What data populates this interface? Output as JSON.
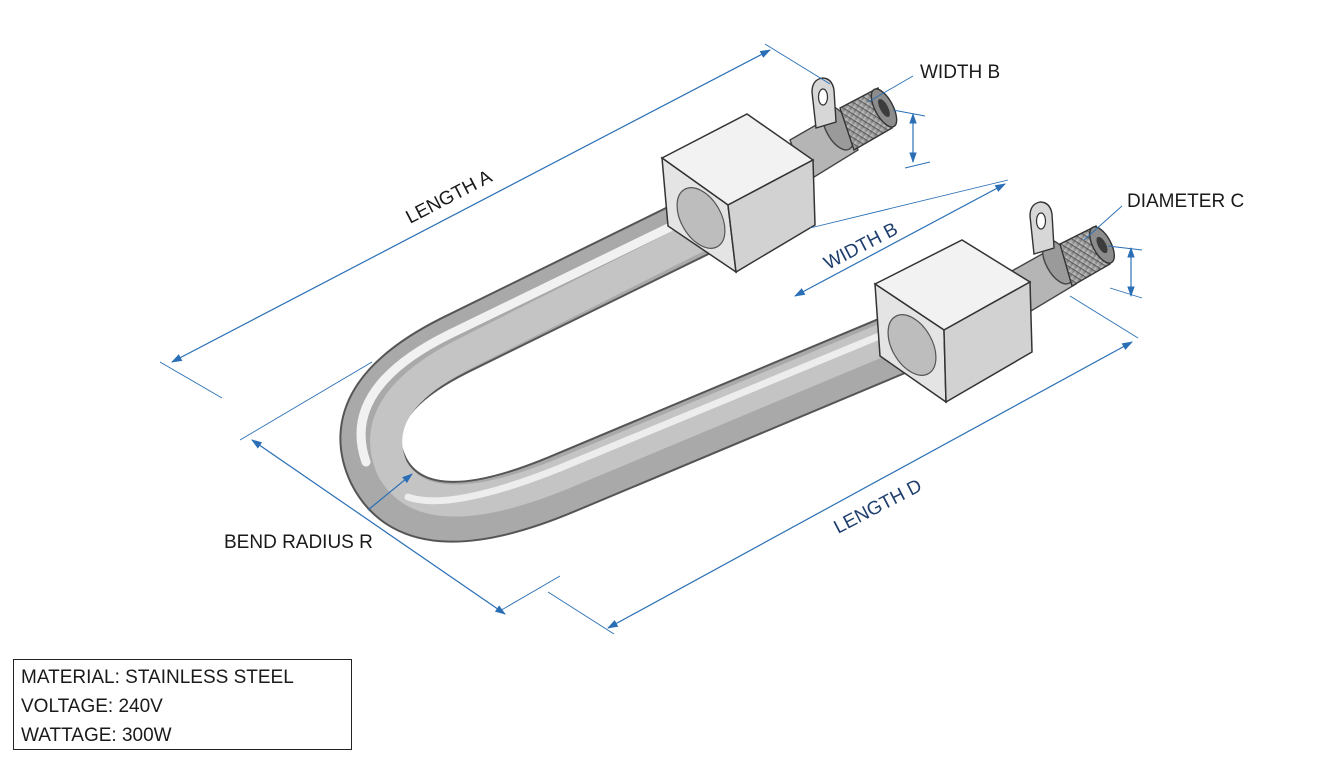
{
  "labels": {
    "length_a": "LENGTH A",
    "width_b_top": "WIDTH B",
    "width_b_mid": "WIDTH B",
    "diameter_c": "DIAMETER C",
    "length_d": "LENGTH D",
    "bend_radius": "BEND RADIUS R"
  },
  "specs": {
    "material": "MATERIAL: STAINLESS STEEL",
    "voltage": "VOLTAGE: 240V",
    "wattage": "WATTAGE: 300W"
  },
  "colors": {
    "dimension_line": "#2a6fb5",
    "label_dark": "#1a1a1a",
    "label_blue": "#1f3f6e",
    "steel_light": "#f2f2f2",
    "steel_dark": "#7d7d7d",
    "block_face": "#e6e6e6"
  }
}
